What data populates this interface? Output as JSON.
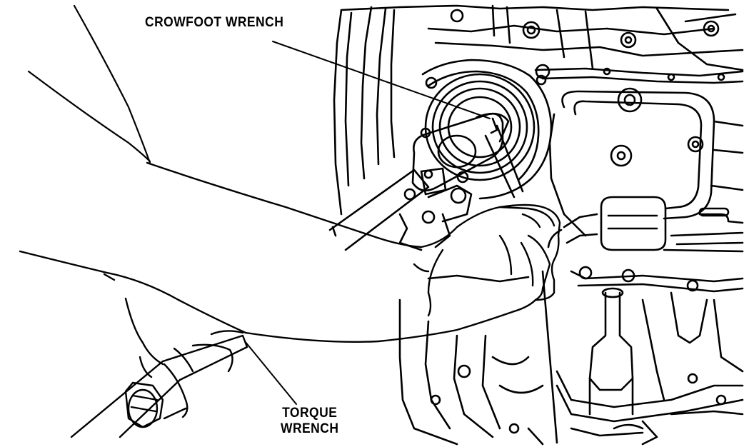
{
  "labels": {
    "crowfoot": "CROWFOOT WRENCH",
    "torque_line1": "TORQUE",
    "torque_line2": "WRENCH"
  },
  "colors": {
    "ink": "#000000",
    "paper": "#ffffff"
  }
}
